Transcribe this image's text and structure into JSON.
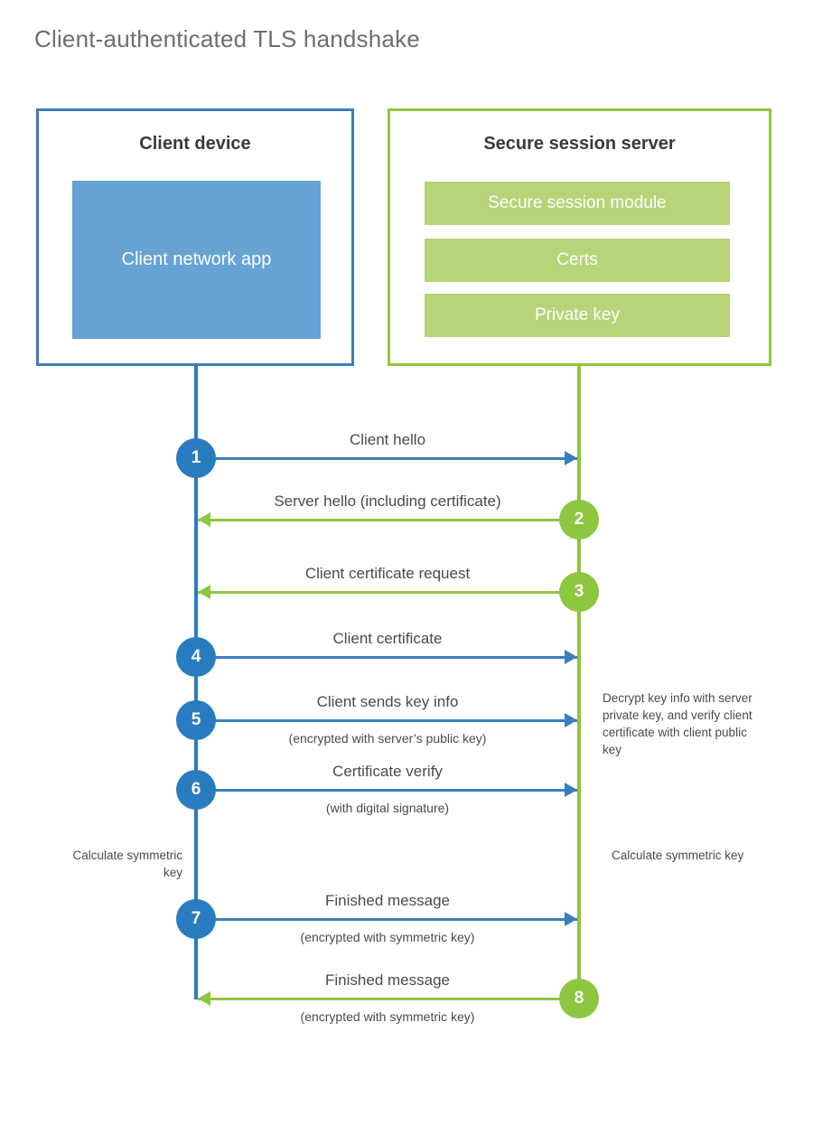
{
  "title": "Client-authenticated TLS handshake",
  "colors": {
    "client_blue": "#3b7ec0",
    "client_blue_fill": "#66a3d4",
    "client_circle": "#2a7cc0",
    "server_green": "#8dc63f",
    "server_green_fill": "#b5d578",
    "title_gray": "#6d6e70",
    "text_gray": "#4a4a4a"
  },
  "client": {
    "title": "Client device",
    "app_label": "Client network app"
  },
  "server": {
    "title": "Secure session server",
    "blocks": [
      {
        "label": "Secure session module"
      },
      {
        "label": "Certs"
      },
      {
        "label": "Private key"
      }
    ]
  },
  "steps": [
    {
      "number": "1",
      "label": "Client hello",
      "sub": "",
      "direction": "client-to-server",
      "origin": "client"
    },
    {
      "number": "2",
      "label": "Server hello (including certificate)",
      "sub": "",
      "direction": "server-to-client",
      "origin": "server"
    },
    {
      "number": "3",
      "label": "Client certificate request",
      "sub": "",
      "direction": "server-to-client",
      "origin": "server"
    },
    {
      "number": "4",
      "label": "Client certificate",
      "sub": "",
      "direction": "client-to-server",
      "origin": "client"
    },
    {
      "number": "5",
      "label": "Client sends key info",
      "sub": "(encrypted with server’s public key)",
      "direction": "client-to-server",
      "origin": "client"
    },
    {
      "number": "6",
      "label": "Certificate verify",
      "sub": "(with digital signature)",
      "direction": "client-to-server",
      "origin": "client"
    },
    {
      "number": "7",
      "label": "Finished message",
      "sub": "(encrypted with symmetric key)",
      "direction": "client-to-server",
      "origin": "client"
    },
    {
      "number": "8",
      "label": "Finished message",
      "sub": "(encrypted with symmetric key)",
      "direction": "server-to-client",
      "origin": "server"
    }
  ],
  "notes": {
    "server_decrypt": "Decrypt key info with server private key, and verify client certificate with client public key",
    "client_symmetric_key": "Calculate symmetric key",
    "server_symmetric_key": "Calculate symmetric key"
  }
}
